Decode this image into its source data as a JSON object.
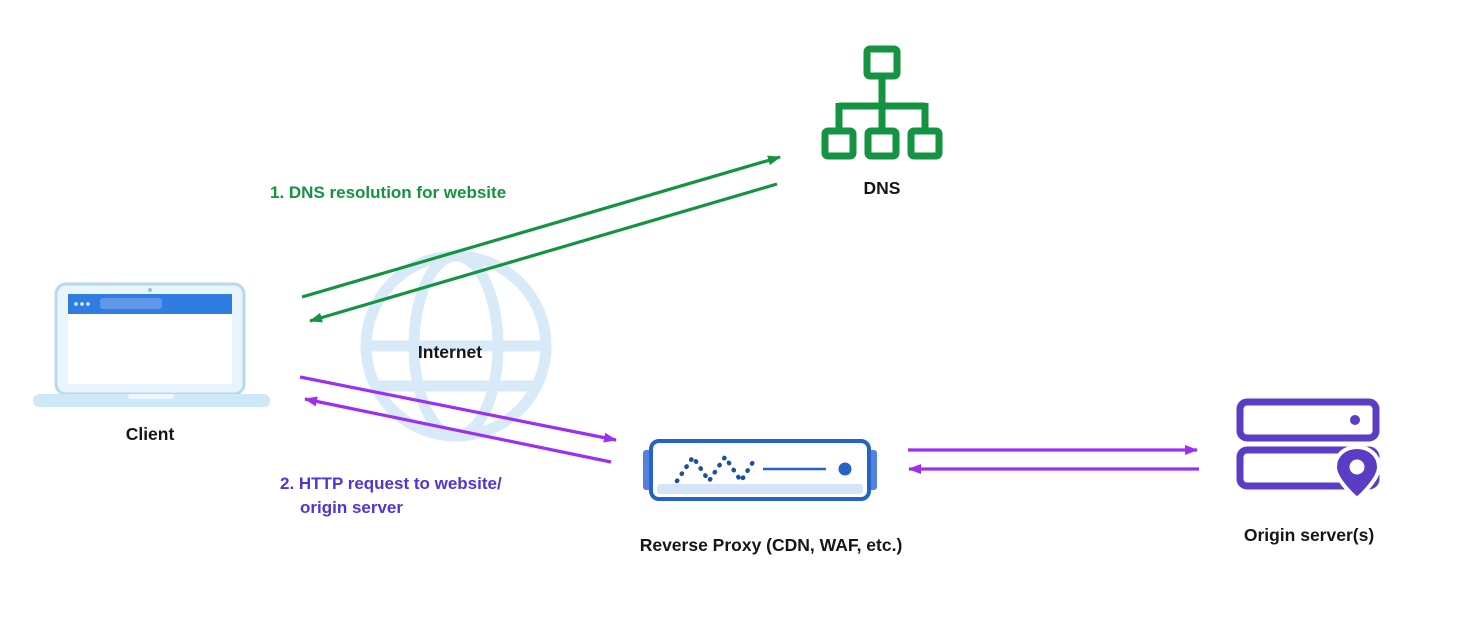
{
  "diagram": {
    "background": "#ffffff",
    "nodes": {
      "dns": {
        "label": "DNS"
      },
      "internet": {
        "label": "Internet"
      },
      "client": {
        "label": "Client"
      },
      "reverse_proxy": {
        "label": "Reverse Proxy (CDN, WAF, etc.)"
      },
      "origin": {
        "label": "Origin server(s)"
      }
    },
    "flows": {
      "dns_resolution": {
        "label": "1. DNS resolution for website",
        "color": "#149342",
        "direction": "bidirectional"
      },
      "http_request": {
        "label_line1": "2. HTTP request to website/",
        "label_line2": "origin server",
        "arrow_color": "#9c2ff2",
        "text_color": "#5233d6",
        "direction": "bidirectional"
      },
      "proxy_to_origin": {
        "arrow_color": "#9c2ff2",
        "direction": "bidirectional"
      }
    },
    "colors": {
      "green": "#149342",
      "purple_arrow": "#9c2ff2",
      "purple_text": "#5233d6",
      "origin_purple": "#5b3cc4",
      "proxy_blue": "#2563c9",
      "proxy_tab_blue": "#5580dc",
      "proxy_dot_blue": "#1d4fa1",
      "laptop_header_blue": "#2f7de1",
      "laptop_light_blue": "#cfe8f8",
      "globe_light_blue": "#d8eaf8",
      "label_dark": "#161616"
    }
  }
}
